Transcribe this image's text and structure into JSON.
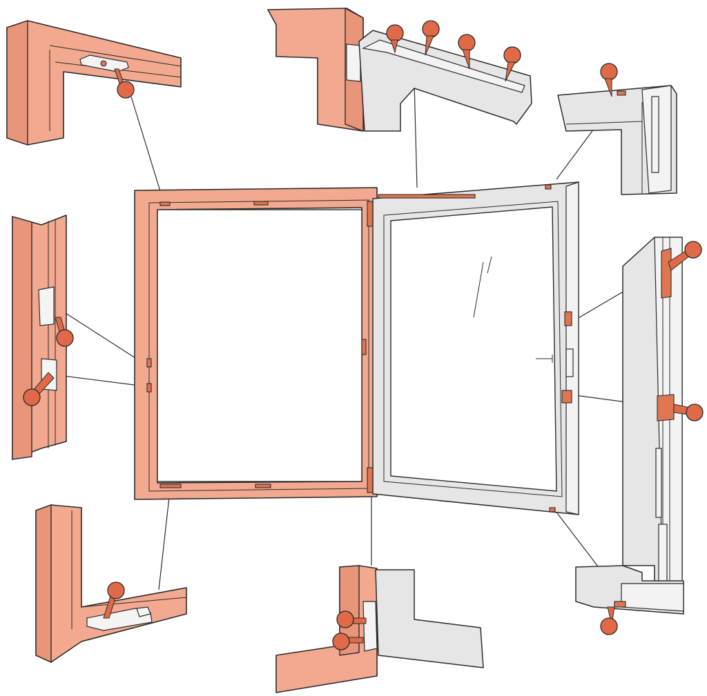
{
  "diagram": {
    "subject": "",
    "colors": {
      "frame": "#f2a98f",
      "sash": "#e6e6e6",
      "knob": "#e06a48",
      "outline": "#2a2a2a"
    },
    "details": [
      {
        "id": "top-left-corner",
        "part": "frame"
      },
      {
        "id": "top-sash-hinges",
        "part": "sash"
      },
      {
        "id": "top-right-corner",
        "part": "sash"
      },
      {
        "id": "left-side-locks",
        "part": "frame"
      },
      {
        "id": "right-side-locks",
        "part": "sash"
      },
      {
        "id": "bottom-left-corner",
        "part": "frame"
      },
      {
        "id": "bottom-hinge",
        "part": "sash"
      },
      {
        "id": "bottom-right-corner",
        "part": "sash"
      }
    ]
  }
}
